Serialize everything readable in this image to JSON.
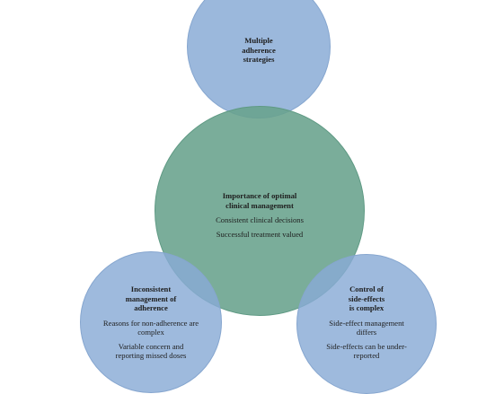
{
  "circles": {
    "top": {
      "title": "Multiple\nadherence\nstrategies"
    },
    "center": {
      "title": "Importance of optimal\nclinical management",
      "items": [
        "Consistent clinical decisions",
        "Successful treatment valued"
      ]
    },
    "left": {
      "title": "Inconsistent\nmanagement of\nadherence",
      "items": [
        "Reasons for non-adherence are\ncomplex",
        "Variable concern and\nreporting missed doses"
      ]
    },
    "right": {
      "title": "Control of\nside-effects\nis complex",
      "items": [
        "Side-effect management\ndiffers",
        "Side-effects can be under-\nreported"
      ]
    }
  },
  "colors": {
    "outer_circles": "#89abd6",
    "center_circle": "#68a28c"
  }
}
